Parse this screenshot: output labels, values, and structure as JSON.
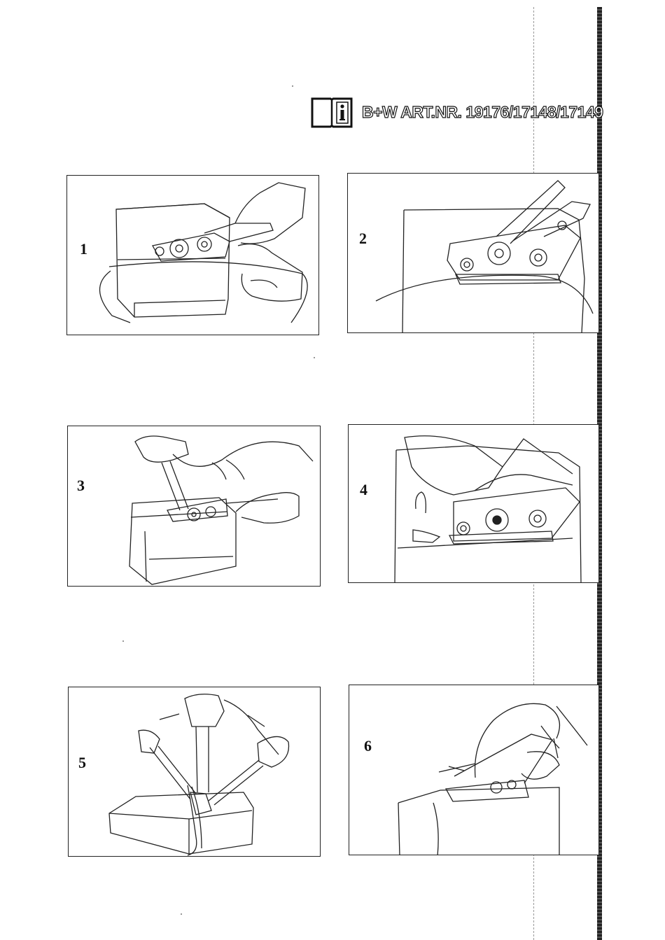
{
  "header": {
    "manual_icon": "book-info-icon",
    "title": "B+W ART.NR. 19176/17148/17149"
  },
  "panels": [
    {
      "step": "1"
    },
    {
      "step": "2"
    },
    {
      "step": "3"
    },
    {
      "step": "4"
    },
    {
      "step": "5"
    },
    {
      "step": "6"
    }
  ]
}
